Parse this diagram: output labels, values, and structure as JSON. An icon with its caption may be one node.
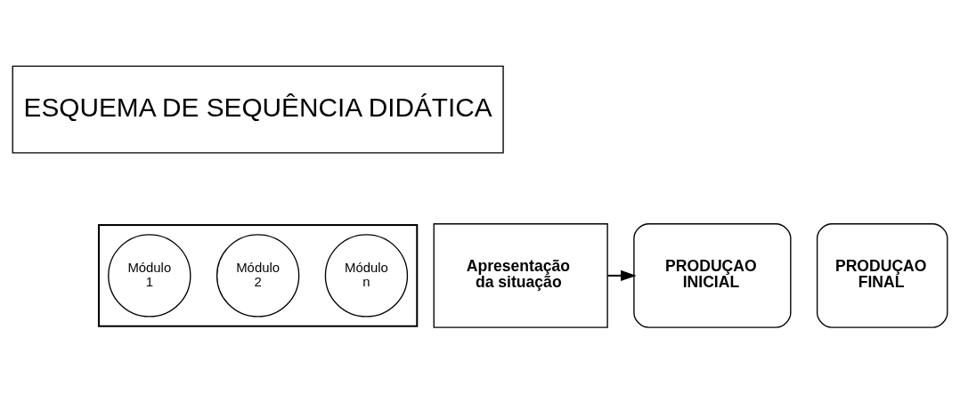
{
  "diagram": {
    "nodes": [
      {
        "text": [
          "ESQUEMA DE SEQUÊNCIA DIDÁTICA"
        ]
      },
      {
        "text": [
          "Apresentação da situação"
        ]
      },
      {
        "text": [
          "PRODUÇAO INICIAL"
        ]
      },
      {
        "text": [],
        "shape": "box"
      },
      {
        "text": [
          "Módulo 1"
        ],
        "in": 3
      },
      {
        "text": [
          "Módulo 2"
        ],
        "in": 3
      },
      {
        "text": [
          "Módulo n"
        ],
        "in": 3
      },
      {
        "text": [
          "PRODUÇAO FINAL"
        ]
      }
    ],
    "edges": [
      {
        "from": 1,
        "to": 2,
        "arrow": "to"
      }
    ]
  }
}
